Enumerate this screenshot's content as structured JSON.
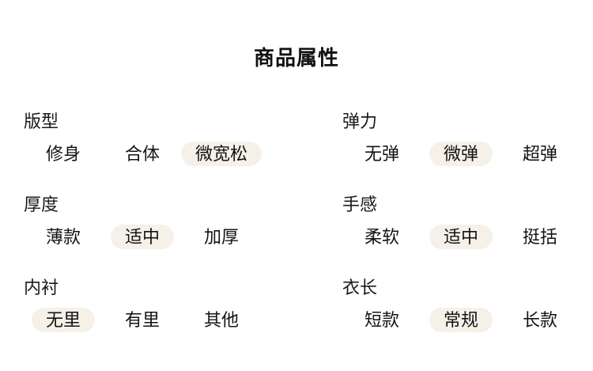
{
  "page": {
    "title": "商品属性"
  },
  "colors": {
    "background": "#ffffff",
    "text": "#141414",
    "selected_pill_bg": "#f5f1e9"
  },
  "groups": [
    {
      "label": "版型",
      "options": [
        {
          "text": "修身",
          "selected": false
        },
        {
          "text": "合体",
          "selected": false
        },
        {
          "text": "微宽松",
          "selected": true
        }
      ]
    },
    {
      "label": "弹力",
      "options": [
        {
          "text": "无弹",
          "selected": false
        },
        {
          "text": "微弹",
          "selected": true
        },
        {
          "text": "超弹",
          "selected": false
        }
      ]
    },
    {
      "label": "厚度",
      "options": [
        {
          "text": "薄款",
          "selected": false
        },
        {
          "text": "适中",
          "selected": true
        },
        {
          "text": "加厚",
          "selected": false
        }
      ]
    },
    {
      "label": "手感",
      "options": [
        {
          "text": "柔软",
          "selected": false
        },
        {
          "text": "适中",
          "selected": true
        },
        {
          "text": "挺括",
          "selected": false
        }
      ]
    },
    {
      "label": "内衬",
      "options": [
        {
          "text": "无里",
          "selected": true
        },
        {
          "text": "有里",
          "selected": false
        },
        {
          "text": "其他",
          "selected": false
        }
      ]
    },
    {
      "label": "衣长",
      "options": [
        {
          "text": "短款",
          "selected": false
        },
        {
          "text": "常规",
          "selected": true
        },
        {
          "text": "长款",
          "selected": false
        }
      ]
    }
  ]
}
